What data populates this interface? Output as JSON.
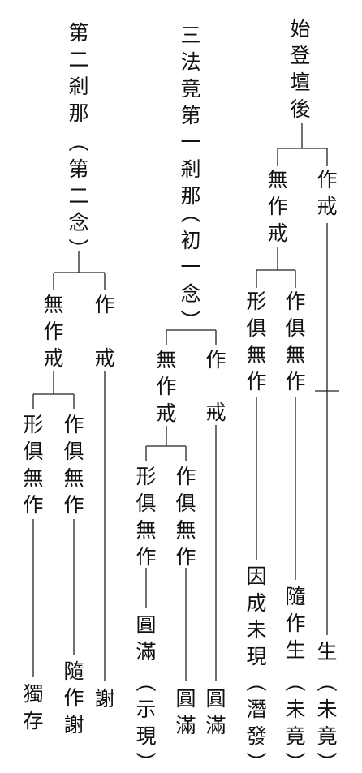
{
  "col1": {
    "title": "始登壇後",
    "zuo_jie": "作戒",
    "wu_zuo_jie": "無作戒",
    "xing_ju_wu_zuo": "形俱無作",
    "zuo_ju_wu_zuo": "作俱無作",
    "yin_cheng_wei_xian": "因成未現",
    "qian_fa": "（潛發）",
    "sui_zuo_sheng": "隨作生",
    "wei_jing": "（未竟）",
    "sheng": "生",
    "wei_jing_2": "（未竟）"
  },
  "col2": {
    "title": "三法竟第一剎那",
    "sub": "（初一念）",
    "wu_zuo_jie": "無作戒",
    "zuo": "作",
    "jie": "戒",
    "xing_ju_wu_zuo": "形俱無作",
    "zuo_ju_wu_zuo": "作俱無作",
    "yuan_man_1": "圓滿",
    "shi_xian": "（示現）",
    "yuan_man_2": "圓滿",
    "yuan_man_3": "圓滿"
  },
  "col3": {
    "title": "第二剎那",
    "sub": "（第二念）",
    "wu_zuo_jie": "無作戒",
    "zuo": "作",
    "jie": "戒",
    "xing_ju_wu_zuo": "形俱無作",
    "zuo_ju_wu_zuo": "作俱無作",
    "du_cun": "獨存",
    "sui_zuo_xie": "隨作謝",
    "xie": "謝"
  }
}
